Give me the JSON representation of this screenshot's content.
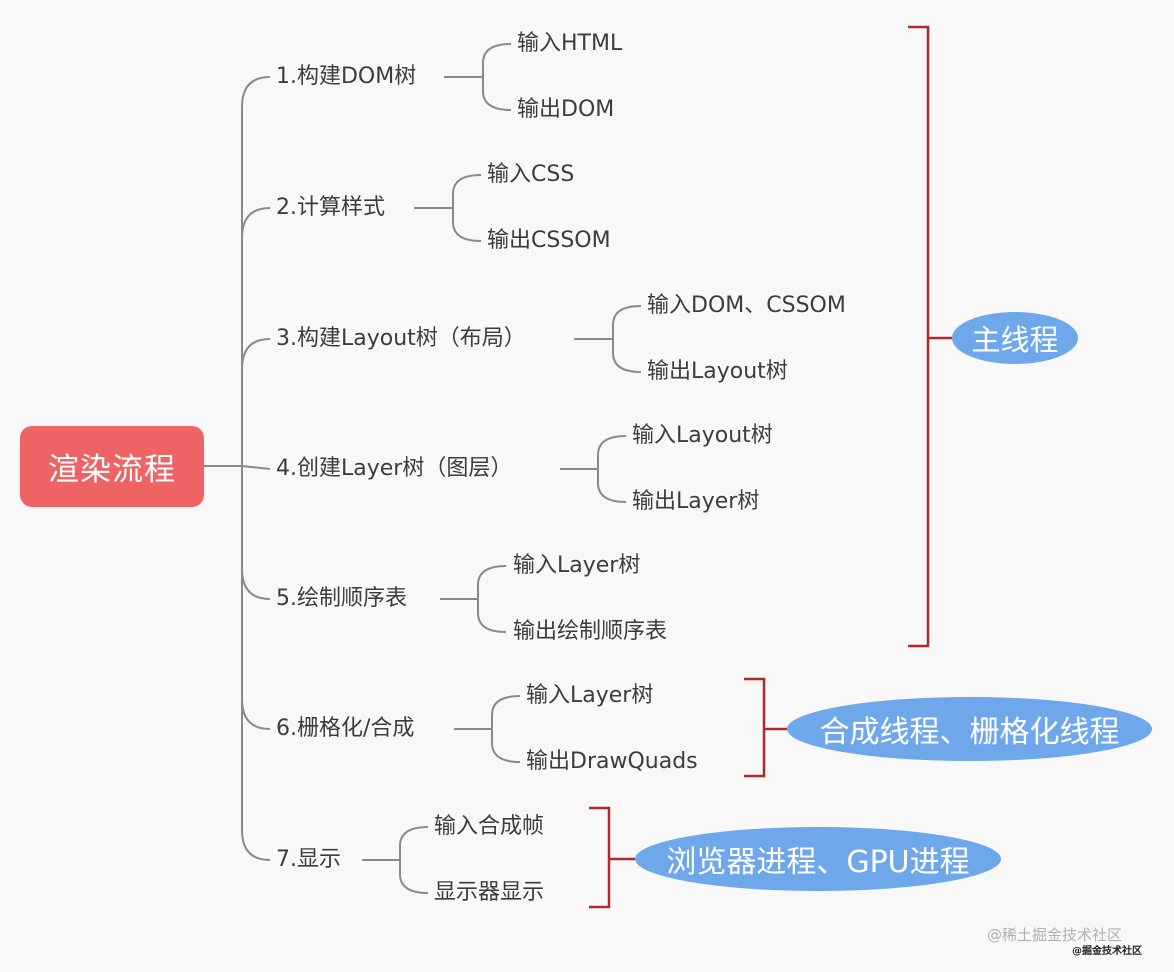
{
  "root": {
    "label": "渲染流程",
    "color": "#ee6464"
  },
  "branches": [
    {
      "label": "1.构建DOM树",
      "children": [
        "输入HTML",
        "输出DOM"
      ]
    },
    {
      "label": "2.计算样式",
      "children": [
        "输入CSS",
        "输出CSSOM"
      ]
    },
    {
      "label": "3.构建Layout树（布局）",
      "children": [
        "输入DOM、CSSOM",
        "输出Layout树"
      ]
    },
    {
      "label": "4.创建Layer树（图层）",
      "children": [
        "输入Layout树",
        "输出Layer树"
      ]
    },
    {
      "label": "5.绘制顺序表",
      "children": [
        "输入Layer树",
        "输出绘制顺序表"
      ]
    },
    {
      "label": "6.栅格化/合成",
      "children": [
        "输入Layer树",
        "输出DrawQuads"
      ]
    },
    {
      "label": "7.显示",
      "children": [
        "输入合成帧",
        "显示器显示"
      ]
    }
  ],
  "groups": [
    {
      "label": "主线程",
      "covers_branches": [
        1,
        2,
        3,
        4,
        5
      ]
    },
    {
      "label": "合成线程、栅格化线程",
      "covers_branches": [
        6
      ]
    },
    {
      "label": "浏览器进程、GPU进程",
      "covers_branches": [
        7
      ]
    }
  ],
  "colors": {
    "line": "#8a8a8a",
    "bracket": "#b02a2a",
    "group_fill": "#6ea7ea",
    "text": "#3c3c3c"
  },
  "watermark": {
    "main": "@稀土掘金技术社区",
    "sub": "@掘金技术社区"
  }
}
